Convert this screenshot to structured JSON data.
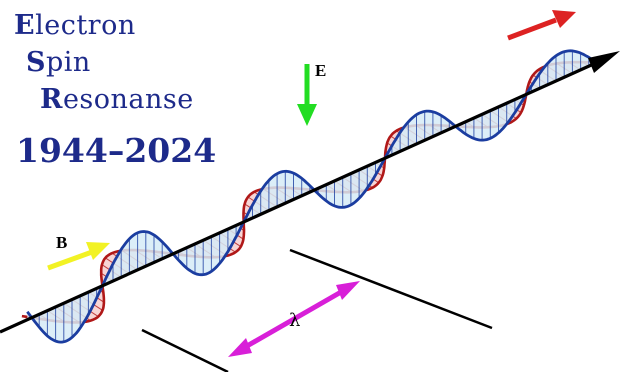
{
  "title": {
    "line1": {
      "initial": "E",
      "rest": "lectron"
    },
    "line2": {
      "initial": "S",
      "rest": "pin"
    },
    "line3": {
      "initial": "R",
      "rest": "esonanse"
    },
    "years": "1944–2024"
  },
  "labels": {
    "electric_field": "E",
    "magnetic_field": "B",
    "wavelength": "λ"
  },
  "colors": {
    "title_text": "#1d2a8a",
    "electric_wave": "#1b3da0",
    "electric_fill": "#d6ebf7",
    "magnetic_wave": "#b01818",
    "magnetic_fill": "#f6cece",
    "axis": "#000000",
    "e_arrow": "#22dd22",
    "b_arrow": "#f2f224",
    "lambda_arrow": "#d81fd8",
    "propagation_arrow": "#dd2222"
  },
  "icons": {
    "propagation": "arrow-icon",
    "field_direction": "arrow-icon"
  }
}
